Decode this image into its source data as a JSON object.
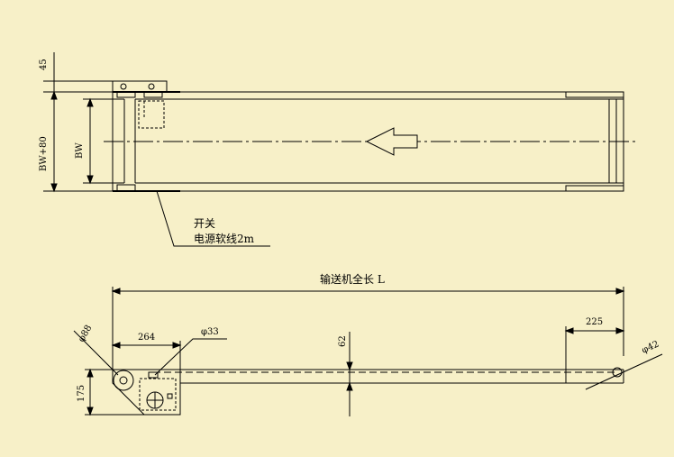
{
  "labels": {
    "dim_45": "45",
    "dim_bw80": "BW+80",
    "dim_bw": "BW",
    "switch": "开关",
    "cable": "电源软线2m",
    "length": "输送机全长  L",
    "phi88": "φ88",
    "dim_264": "264",
    "phi33": "φ33",
    "dim_62": "62",
    "dim_225": "225",
    "phi42": "φ42",
    "dim_175": "175"
  },
  "colors": {
    "background": "#f7f0c8",
    "line": "#000000"
  }
}
